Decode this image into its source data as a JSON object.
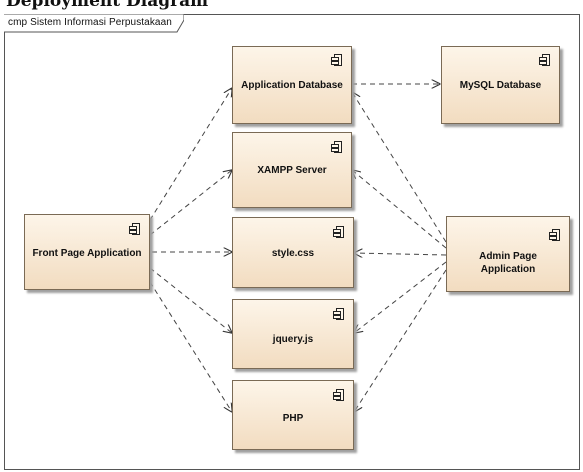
{
  "page": {
    "heading": "Deployment Diagram"
  },
  "diagram": {
    "title": "cmp Sistem Informasi Perpustakaan"
  },
  "components": {
    "app_db": "Application Database",
    "mysql": "MySQL Database",
    "xampp": "XAMPP Server",
    "style": "style.css",
    "jquery": "jquery.js",
    "php": "PHP",
    "front": "Front Page Application",
    "admin_line1": "Admin Page",
    "admin_line2": "Application"
  },
  "icons": {
    "component": "uml-component-icon"
  },
  "colors": {
    "component_fill_top": "#fdf5e9",
    "component_fill_bottom": "#f2dcc0",
    "border": "#7a6a55"
  }
}
